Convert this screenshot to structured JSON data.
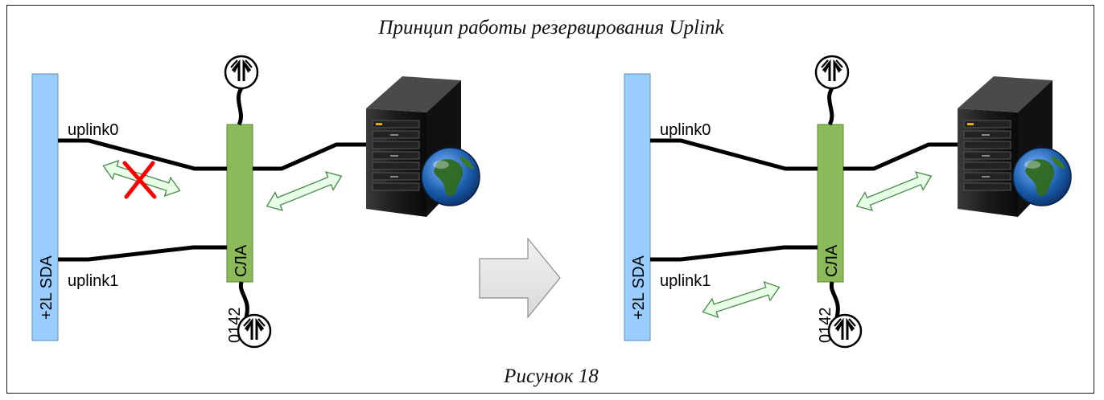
{
  "diagram": {
    "title": "Принцип работы резервирования Uplink",
    "caption": "Рисунок 18",
    "left_panel": {
      "sda_label": "+2L SDA",
      "sla_label": "СЛА",
      "uplink0_label": "uplink0",
      "uplink1_label": "uplink1",
      "partial_label": "0142",
      "uplink0_failed": true
    },
    "right_panel": {
      "sda_label": "+2L SDA",
      "sla_label": "СЛА",
      "uplink0_label": "uplink0",
      "uplink1_label": "uplink1",
      "partial_label": "0142"
    },
    "colors": {
      "sda_fill": "#99ccff",
      "sla_fill": "#8cba5a",
      "arrow_fill": "#e6ffe6",
      "arrow_stroke": "#4a8a4a",
      "fail_cross": "#ff0000",
      "transition_arrow": "#e8e8e8"
    },
    "icons": [
      "antenna-icon",
      "server-rack-icon",
      "globe-icon",
      "fail-x-icon",
      "transition-arrow-icon"
    ]
  }
}
